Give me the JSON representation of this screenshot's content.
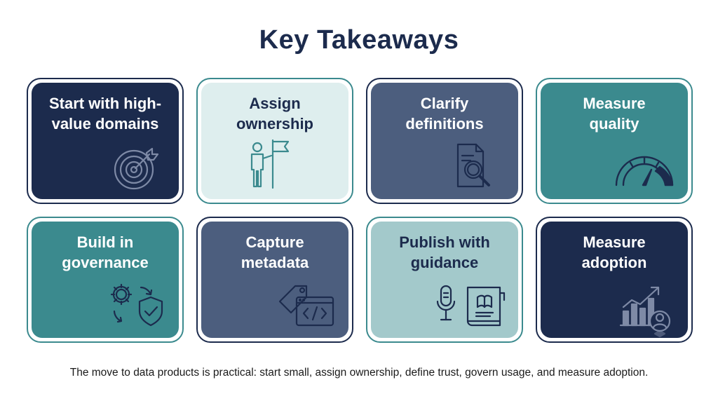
{
  "title": "Key Takeaways",
  "cards": [
    {
      "label": "Start with high-\nvalue domains",
      "icon": "target-icon",
      "bg": "#1c2b4d"
    },
    {
      "label": "Assign\nownership",
      "icon": "person-flag-icon",
      "bg": "#deeeee"
    },
    {
      "label": "Clarify\ndefinitions",
      "icon": "document-magnifier-icon",
      "bg": "#4c5e7e"
    },
    {
      "label": "Measure\nquality",
      "icon": "gauge-icon",
      "bg": "#3b8a8e"
    },
    {
      "label": "Build in\ngovernance",
      "icon": "gear-shield-icon",
      "bg": "#3b8a8e"
    },
    {
      "label": "Capture\nmetadata",
      "icon": "tag-code-icon",
      "bg": "#4c5e7e"
    },
    {
      "label": "Publish with\nguidance",
      "icon": "microphone-book-icon",
      "bg": "#a3c9cb"
    },
    {
      "label": "Measure\nadoption",
      "icon": "chart-user-icon",
      "bg": "#1c2b4d"
    }
  ],
  "footer": "The move to data products is practical: start small, assign ownership, define trust, govern usage, and measure adoption."
}
